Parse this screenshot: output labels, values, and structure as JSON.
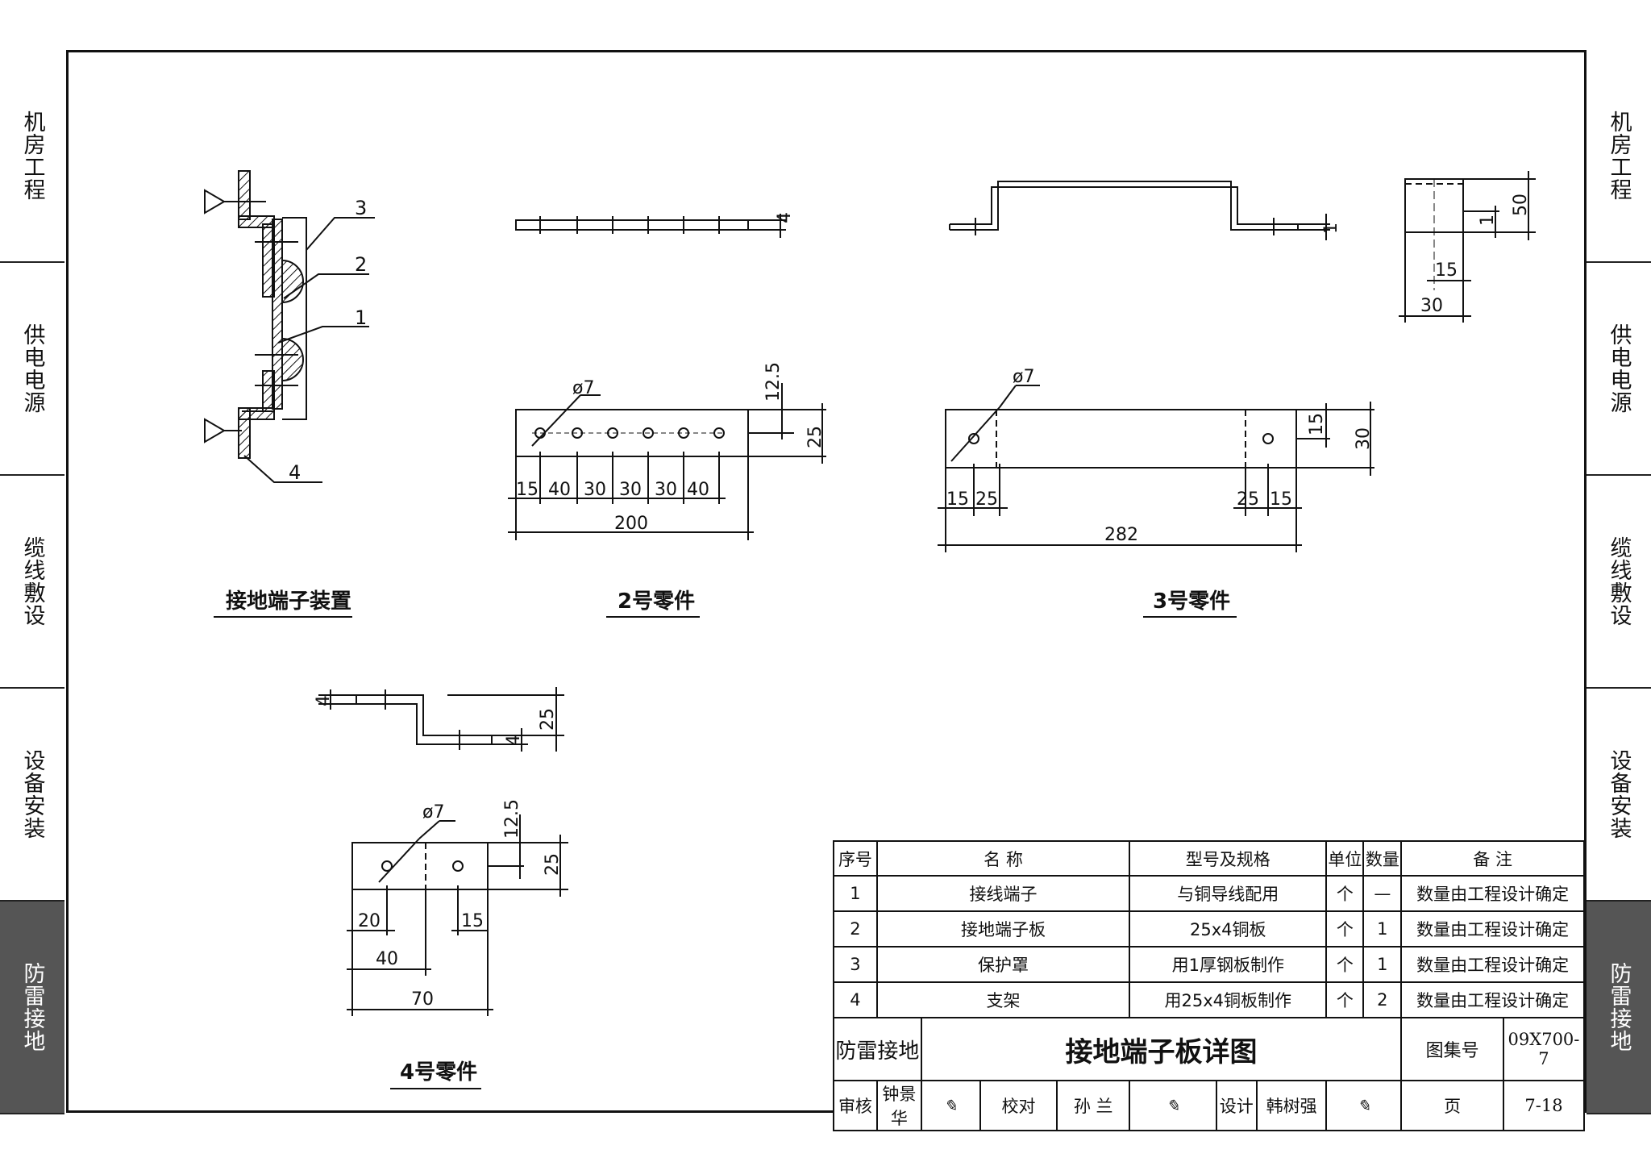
{
  "side_tabs": [
    "机房工程",
    "供电电源",
    "缆线敷设",
    "设备安装",
    "防雷接地"
  ],
  "active_tab": "防雷接地",
  "colors": {
    "active_tab_bg": "#555555",
    "ink": "#111111"
  },
  "figures": {
    "device": {
      "caption": "接地端子装置",
      "callouts": [
        "1",
        "2",
        "3",
        "4"
      ]
    },
    "part2": {
      "caption": "2号零件",
      "thickness": "4",
      "hole": "ø7",
      "dims": [
        "15",
        "40",
        "30",
        "30",
        "30",
        "40"
      ],
      "total": "200",
      "half_width": "12.5",
      "width": "25"
    },
    "part3": {
      "caption": "3号零件",
      "thickness": "1",
      "hole": "ø7",
      "dims_left": [
        "15",
        "25"
      ],
      "dims_right": [
        "25",
        "15"
      ],
      "total": "282",
      "half_width": "15",
      "width": "30"
    },
    "part3_side": {
      "thickness": "1",
      "height": "50",
      "inner": "15",
      "width": "30"
    },
    "part4": {
      "caption": "4号零件",
      "thickness_top": "4",
      "thickness_bottom": "4",
      "height": "25",
      "hole": "ø7",
      "half_width": "12.5",
      "width": "25",
      "dims": [
        "20",
        "15",
        "40",
        "70"
      ]
    }
  },
  "bom": {
    "headers": [
      "序号",
      "名 称",
      "型号及规格",
      "单位",
      "数量",
      "备 注"
    ],
    "rows": [
      [
        "1",
        "接线端子",
        "与铜导线配用",
        "个",
        "—",
        "数量由工程设计确定"
      ],
      [
        "2",
        "接地端子板",
        "25x4铜板",
        "个",
        "1",
        "数量由工程设计确定"
      ],
      [
        "3",
        "保护罩",
        "用1厚钢板制作",
        "个",
        "1",
        "数量由工程设计确定"
      ],
      [
        "4",
        "支架",
        "用25x4铜板制作",
        "个",
        "2",
        "数量由工程设计确定"
      ]
    ]
  },
  "title_block": {
    "category": "防雷接地",
    "title": "接地端子板详图",
    "atlas_label": "图集号",
    "atlas_no": "09X700-7",
    "page_label": "页",
    "page_no": "7-18",
    "review_label": "审核",
    "reviewer": "钟景华",
    "check_label": "校对",
    "checker": "孙 兰",
    "design_label": "设计",
    "designer": "韩树强"
  }
}
